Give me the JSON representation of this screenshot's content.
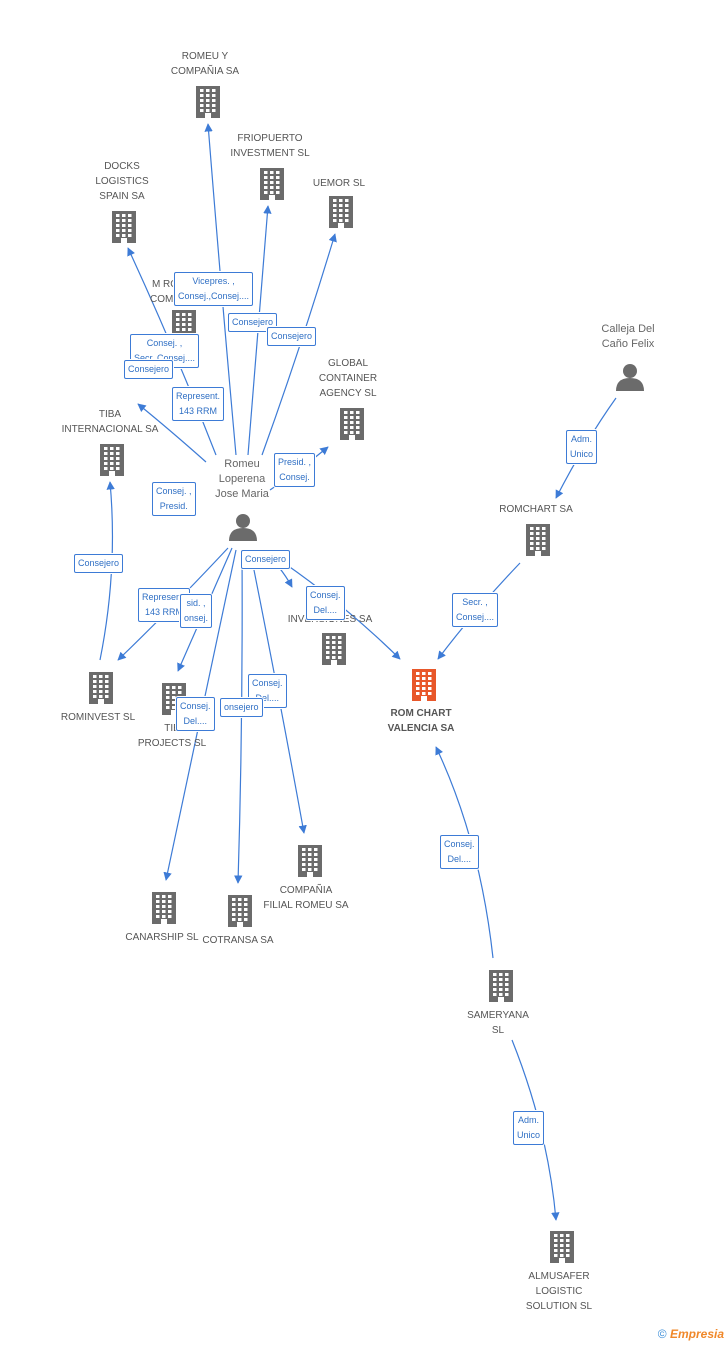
{
  "colors": {
    "edge": "#3d7bd6",
    "building": "#6b6b6b",
    "focus_building": "#e8572a",
    "person": "#6b6b6b"
  },
  "nodes": [
    {
      "id": "romeu_y_compania",
      "label": "ROMEU Y\nCOMPAÑIA SA",
      "kind": "company"
    },
    {
      "id": "friopuerto",
      "label": "FRIOPUERTO\nINVESTMENT  SL",
      "kind": "company"
    },
    {
      "id": "docks",
      "label": "DOCKS\nLOGISTICS\nSPAIN SA",
      "kind": "company"
    },
    {
      "id": "uemor",
      "label": "UEMOR SL",
      "kind": "company"
    },
    {
      "id": "m_ro_comp",
      "label": "M RO\nCOMP",
      "kind": "company"
    },
    {
      "id": "calleja",
      "label": "Calleja Del\nCaño Felix",
      "kind": "person"
    },
    {
      "id": "global_container",
      "label": "GLOBAL\nCONTAINER\nAGENCY  SL",
      "kind": "company"
    },
    {
      "id": "tiba_internacional",
      "label": "TIBA\nINTERNACIONAL SA",
      "kind": "company"
    },
    {
      "id": "romeu_loperena",
      "label": "Romeu\nLoperena\nJose Maria",
      "kind": "person"
    },
    {
      "id": "romchart",
      "label": "ROMCHART SA",
      "kind": "company"
    },
    {
      "id": "inversiones",
      "label": "INVERSIONES SA",
      "kind": "company"
    },
    {
      "id": "rominvest",
      "label": "ROMINVEST SL",
      "kind": "company"
    },
    {
      "id": "tiba_projects",
      "label": "TIB\nPROJECTS SL",
      "kind": "company"
    },
    {
      "id": "rom_chart_valencia",
      "label": "ROM CHART\nVALENCIA SA",
      "kind": "focus"
    },
    {
      "id": "compania_filial",
      "label": "COMPAÑIA\nFILIAL ROMEU SA",
      "kind": "company"
    },
    {
      "id": "canarship",
      "label": "CANARSHIP SL",
      "kind": "company"
    },
    {
      "id": "cotransa",
      "label": "COTRANSA SA",
      "kind": "company"
    },
    {
      "id": "sameryana",
      "label": "SAMERYANA\nSL",
      "kind": "company"
    },
    {
      "id": "almusafer",
      "label": "ALMUSAFER\nLOGISTIC\nSOLUTION  SL",
      "kind": "company"
    }
  ],
  "edges": [
    {
      "from": "romeu_loperena",
      "to": "romeu_y_compania"
    },
    {
      "from": "romeu_loperena",
      "to": "friopuerto"
    },
    {
      "from": "romeu_loperena",
      "to": "uemor"
    },
    {
      "from": "romeu_loperena",
      "to": "docks"
    },
    {
      "from": "romeu_loperena",
      "to": "tiba_internacional"
    },
    {
      "from": "romeu_loperena",
      "to": "global_container"
    },
    {
      "from": "romeu_loperena",
      "to": "rominvest"
    },
    {
      "from": "romeu_loperena",
      "to": "tiba_projects"
    },
    {
      "from": "romeu_loperena",
      "to": "canarship"
    },
    {
      "from": "romeu_loperena",
      "to": "cotransa"
    },
    {
      "from": "romeu_loperena",
      "to": "compania_filial"
    },
    {
      "from": "romeu_loperena",
      "to": "inversiones"
    },
    {
      "from": "romeu_loperena",
      "to": "rom_chart_valencia"
    },
    {
      "from": "rominvest",
      "to": "tiba_internacional"
    },
    {
      "from": "calleja",
      "to": "romchart"
    },
    {
      "from": "romchart",
      "to": "rom_chart_valencia"
    },
    {
      "from": "sameryana",
      "to": "rom_chart_valencia"
    },
    {
      "from": "sameryana",
      "to": "almusafer"
    }
  ],
  "edge_labels": [
    "Vicepres. ,\nConsej.,Consej....",
    "Consejero",
    "Consejero",
    "Consej. ,\nSecr.,Consej....",
    "Consejero",
    "Represent.\n143 RRM",
    "Presid. ,\nConsej.",
    "Consej. ,\nPresid.",
    "Adm.\nUnico",
    "Consejero",
    "Consejero",
    "Represent.\n143 RRM",
    "sid. ,\nonsej.",
    "Consej.\nDel....",
    "Secr. ,\nConsej....",
    "Consej.\nDel....",
    "Consej.\nDel....",
    "onsejero",
    "Consej.\nDel....",
    "Adm.\nUnico"
  ],
  "watermark": {
    "symbol": "©",
    "brand": "Empresia"
  }
}
